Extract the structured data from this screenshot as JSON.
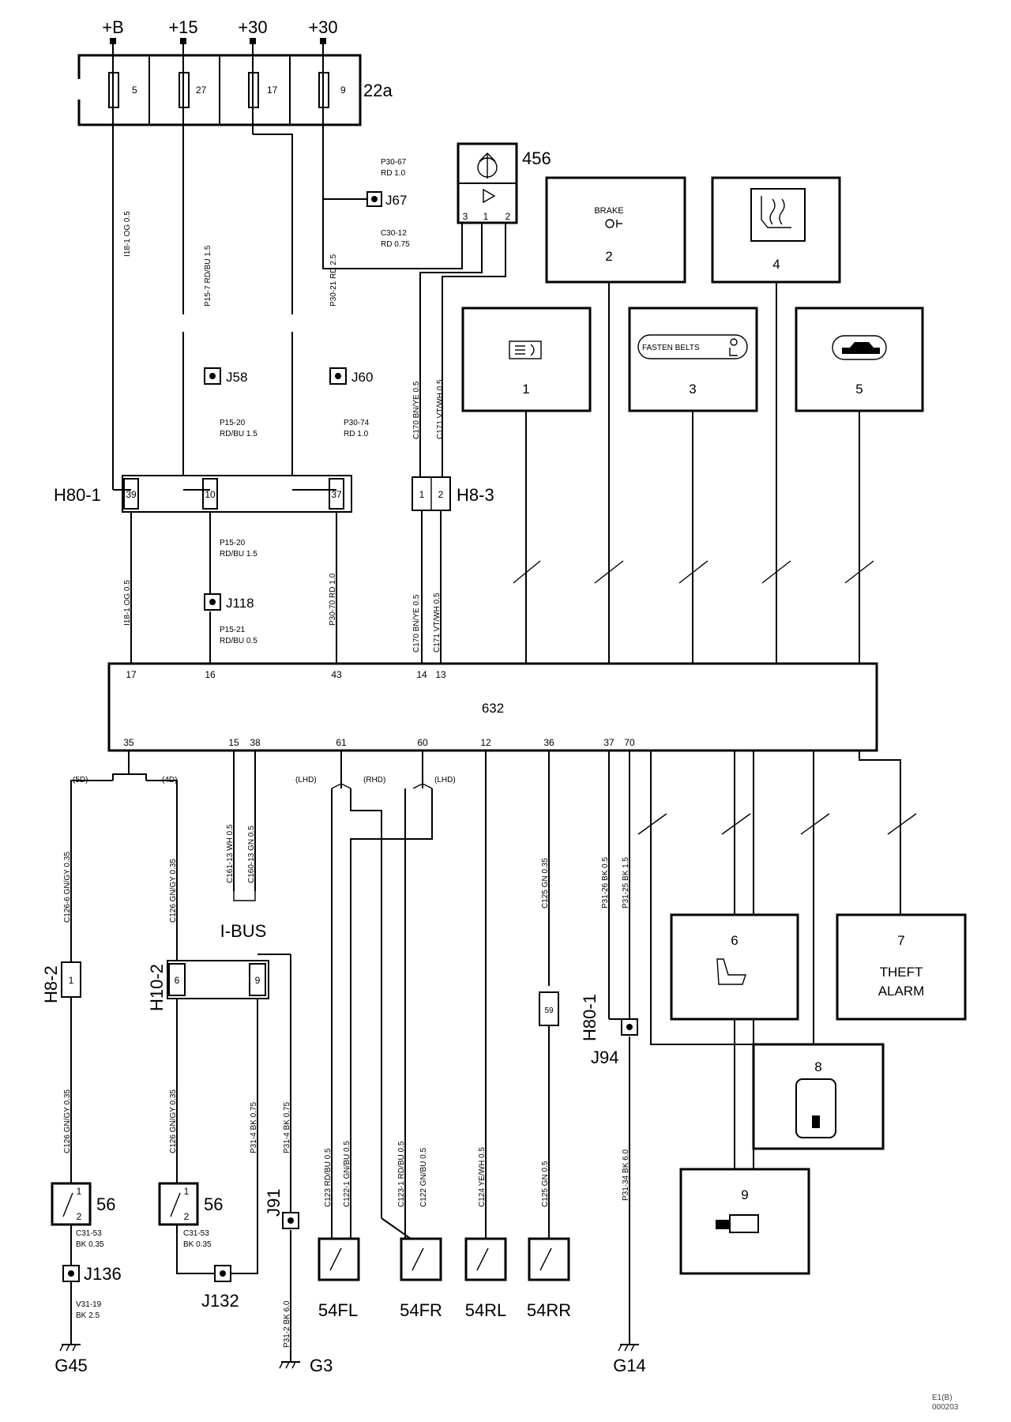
{
  "supplies": [
    "+B",
    "+15",
    "+30",
    "+30"
  ],
  "fuse_box": {
    "label": "22a",
    "fuses": [
      "5",
      "27",
      "17",
      "9"
    ]
  },
  "upper_wires": {
    "w_ob": {
      "code": "I18-1",
      "color": "OG",
      "size": "0.5"
    },
    "w_15a": {
      "code": "P15-7",
      "color": "RD/BU",
      "size": "1.5"
    },
    "w_15b": {
      "code": "P15-20",
      "color": "RD/BU",
      "size": "1.5"
    },
    "w_30a": {
      "code": "P30-21",
      "color": "RD",
      "size": "2.5"
    },
    "w_30b": {
      "code": "P30-74",
      "color": "RD",
      "size": "1.0"
    },
    "w_67a": {
      "code": "P30-67",
      "color": "RD",
      "size": "1.0"
    },
    "w_67b": {
      "code": "C30-12",
      "color": "RD",
      "size": "0.75"
    },
    "w_170": {
      "code": "C170",
      "color": "BN/YE",
      "size": "0.5"
    },
    "w_171": {
      "code": "C171",
      "color": "VT/WH",
      "size": "0.5"
    }
  },
  "mid_wires": {
    "w_ob2": {
      "code": "I18-1",
      "color": "OG",
      "size": "0.5"
    },
    "w_15c": {
      "code": "P15-20",
      "color": "RD/BU",
      "size": "1.5"
    },
    "w_15d": {
      "code": "P15-21",
      "color": "RD/BU",
      "size": "0.5"
    },
    "w_30c": {
      "code": "P30-70",
      "color": "RD",
      "size": "1.0"
    },
    "w_170b": {
      "code": "C170",
      "color": "BN/YE",
      "size": "0.5"
    },
    "w_171b": {
      "code": "C171",
      "color": "VT/WH",
      "size": "0.5"
    }
  },
  "lower_wires": {
    "w_h82a": {
      "code": "C126-6",
      "color": "GN/GY",
      "size": "0.35"
    },
    "w_h82b": {
      "code": "C126",
      "color": "GN/GY",
      "size": "0.35"
    },
    "w_h102a": {
      "code": "C126",
      "color": "GN/GY",
      "size": "0.35"
    },
    "w_h102b": {
      "code": "C126",
      "color": "GN/GY",
      "size": "0.35"
    },
    "w_161": {
      "code": "C161-13",
      "color": "WH",
      "size": "0.5"
    },
    "w_160": {
      "code": "C160-13",
      "color": "GN",
      "size": "0.5"
    },
    "w_p314a": {
      "code": "P31-4",
      "color": "BK",
      "size": "0.75"
    },
    "w_p314b": {
      "code": "P31-4",
      "color": "BK",
      "size": "0.75"
    },
    "w_p312": {
      "code": "P31-2",
      "color": "BK",
      "size": "6.0"
    },
    "w_123": {
      "code": "C123",
      "color": "RD/BU",
      "size": "0.5"
    },
    "w_1221": {
      "code": "C122-1",
      "color": "GN/BU",
      "size": "0.5"
    },
    "w_1231": {
      "code": "C123-1",
      "color": "RD/BU",
      "size": "0.5"
    },
    "w_122": {
      "code": "C122",
      "color": "GN/BU",
      "size": "0.5"
    },
    "w_124": {
      "code": "C124",
      "color": "YE/WH",
      "size": "0.5"
    },
    "w_125a": {
      "code": "C125",
      "color": "GN",
      "size": "0.35"
    },
    "w_125b": {
      "code": "C125",
      "color": "GN",
      "size": "0.5"
    },
    "w_p3126": {
      "code": "P31-26",
      "color": "BK",
      "size": "0.5"
    },
    "w_p3125": {
      "code": "P31-25",
      "color": "BK",
      "size": "1.5"
    },
    "w_p3134": {
      "code": "P31-34",
      "color": "BK",
      "size": "6.0"
    },
    "w_c3153a": {
      "code": "C31-53",
      "color": "BK",
      "size": "0.35"
    },
    "w_c3153b": {
      "code": "C31-53",
      "color": "BK",
      "size": "0.35"
    },
    "w_v3119": {
      "code": "V31-19",
      "color": "BK",
      "size": "2.5"
    }
  },
  "junctions": [
    "J67",
    "J58",
    "J60",
    "J118",
    "J91",
    "J94",
    "J136",
    "J132"
  ],
  "connectors": {
    "h80_1": {
      "label": "H80-1",
      "pins": [
        "39",
        "10",
        "37"
      ]
    },
    "h8_3": {
      "label": "H8-3",
      "pins": [
        "1",
        "2"
      ]
    },
    "h8_2": {
      "label": "H8-2",
      "pins": [
        "1"
      ]
    },
    "h10_2": {
      "label": "H10-2",
      "pins": [
        "6",
        "9"
      ]
    },
    "h80_1b": {
      "label": "H80-1",
      "pins": [
        "59"
      ]
    }
  },
  "switch_456": {
    "label": "456",
    "pins": [
      "3",
      "1",
      "2"
    ]
  },
  "indicators": {
    "brake_text": "BRAKE",
    "fasten_text": "FASTEN BELTS",
    "theft_line1": "THEFT",
    "theft_line2": "ALARM",
    "numbers": [
      "1",
      "2",
      "3",
      "4",
      "5",
      "6",
      "7",
      "8",
      "9"
    ]
  },
  "control_unit": {
    "label": "632",
    "top_pins": [
      "17",
      "16",
      "43",
      "14",
      "13"
    ],
    "bottom_pins": [
      "35",
      "15",
      "38",
      "61",
      "60",
      "12",
      "36",
      "37",
      "70"
    ]
  },
  "variants": {
    "five_door": "(5D)",
    "four_door": "(4D)",
    "lhd_a": "(LHD)",
    "rhd": "(RHD)",
    "lhd_b": "(LHD)"
  },
  "bus_label": "I-BUS",
  "switches": [
    "56",
    "56"
  ],
  "pin_one": "1",
  "pin_two": "2",
  "door_switches": [
    "54FL",
    "54FR",
    "54RL",
    "54RR"
  ],
  "grounds": [
    "G45",
    "G3",
    "G14"
  ],
  "reference": {
    "line1": "E1(B)",
    "line2": "000203"
  }
}
